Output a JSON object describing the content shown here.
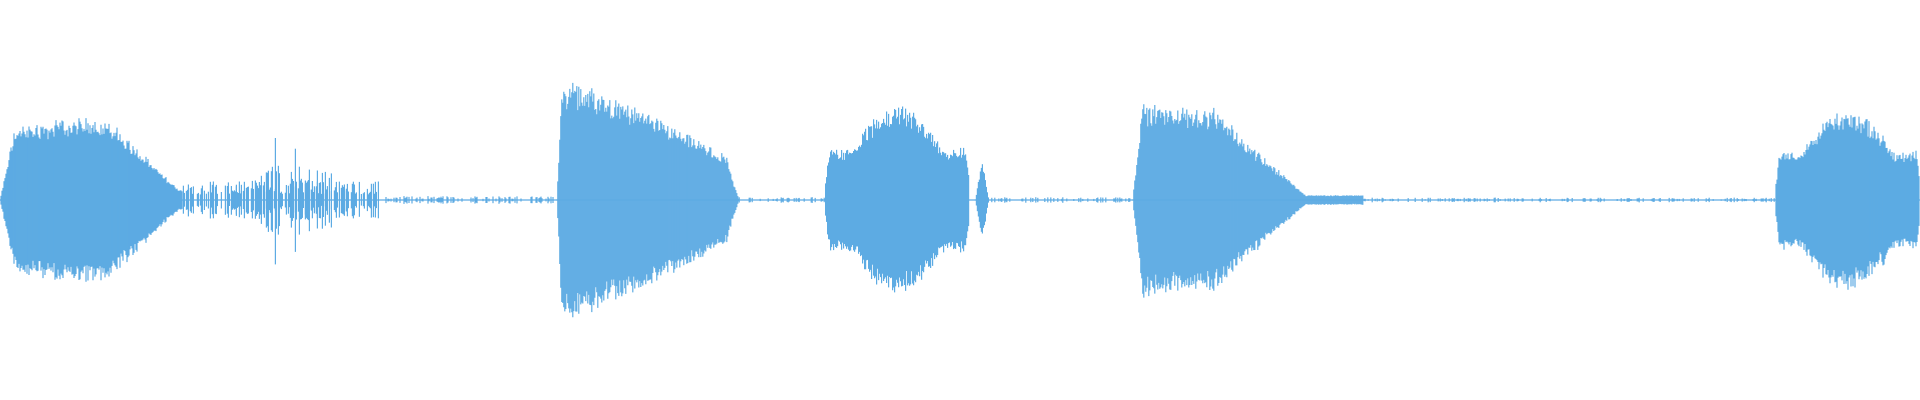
{
  "waveform": {
    "color": "#5dabe3",
    "background": "#ffffff",
    "baseline_color": "#5dabe3",
    "segments": [
      {
        "kind": "sound",
        "start": 0.0,
        "end": 0.095,
        "peak": 0.42,
        "shape": "swell",
        "density": 1.0
      },
      {
        "kind": "noise",
        "start": 0.095,
        "end": 0.2,
        "peak": 0.1,
        "shape": "flat",
        "density": 0.6
      },
      {
        "kind": "transient",
        "start": 0.12,
        "end": 0.185,
        "peak": 0.55,
        "shape": "spiky",
        "density": 0.35
      },
      {
        "kind": "silence",
        "start": 0.2,
        "end": 0.29,
        "peak": 0.02,
        "shape": "flat",
        "density": 0.4
      },
      {
        "kind": "sound",
        "start": 0.29,
        "end": 0.385,
        "peak": 0.62,
        "shape": "attack-decay",
        "density": 1.0
      },
      {
        "kind": "silence",
        "start": 0.385,
        "end": 0.43,
        "peak": 0.015,
        "shape": "flat",
        "density": 0.3
      },
      {
        "kind": "sound",
        "start": 0.43,
        "end": 0.505,
        "peak": 0.48,
        "shape": "dome",
        "density": 1.0
      },
      {
        "kind": "transient",
        "start": 0.508,
        "end": 0.515,
        "peak": 0.22,
        "shape": "spike",
        "density": 1.0
      },
      {
        "kind": "silence",
        "start": 0.515,
        "end": 0.59,
        "peak": 0.015,
        "shape": "flat",
        "density": 0.3
      },
      {
        "kind": "sound",
        "start": 0.59,
        "end": 0.71,
        "peak": 0.5,
        "shape": "attack-decay-long",
        "density": 1.0
      },
      {
        "kind": "silence",
        "start": 0.71,
        "end": 0.925,
        "peak": 0.012,
        "shape": "flat",
        "density": 0.3
      },
      {
        "kind": "sound",
        "start": 0.925,
        "end": 1.0,
        "peak": 0.46,
        "shape": "dome",
        "density": 1.0
      }
    ]
  }
}
